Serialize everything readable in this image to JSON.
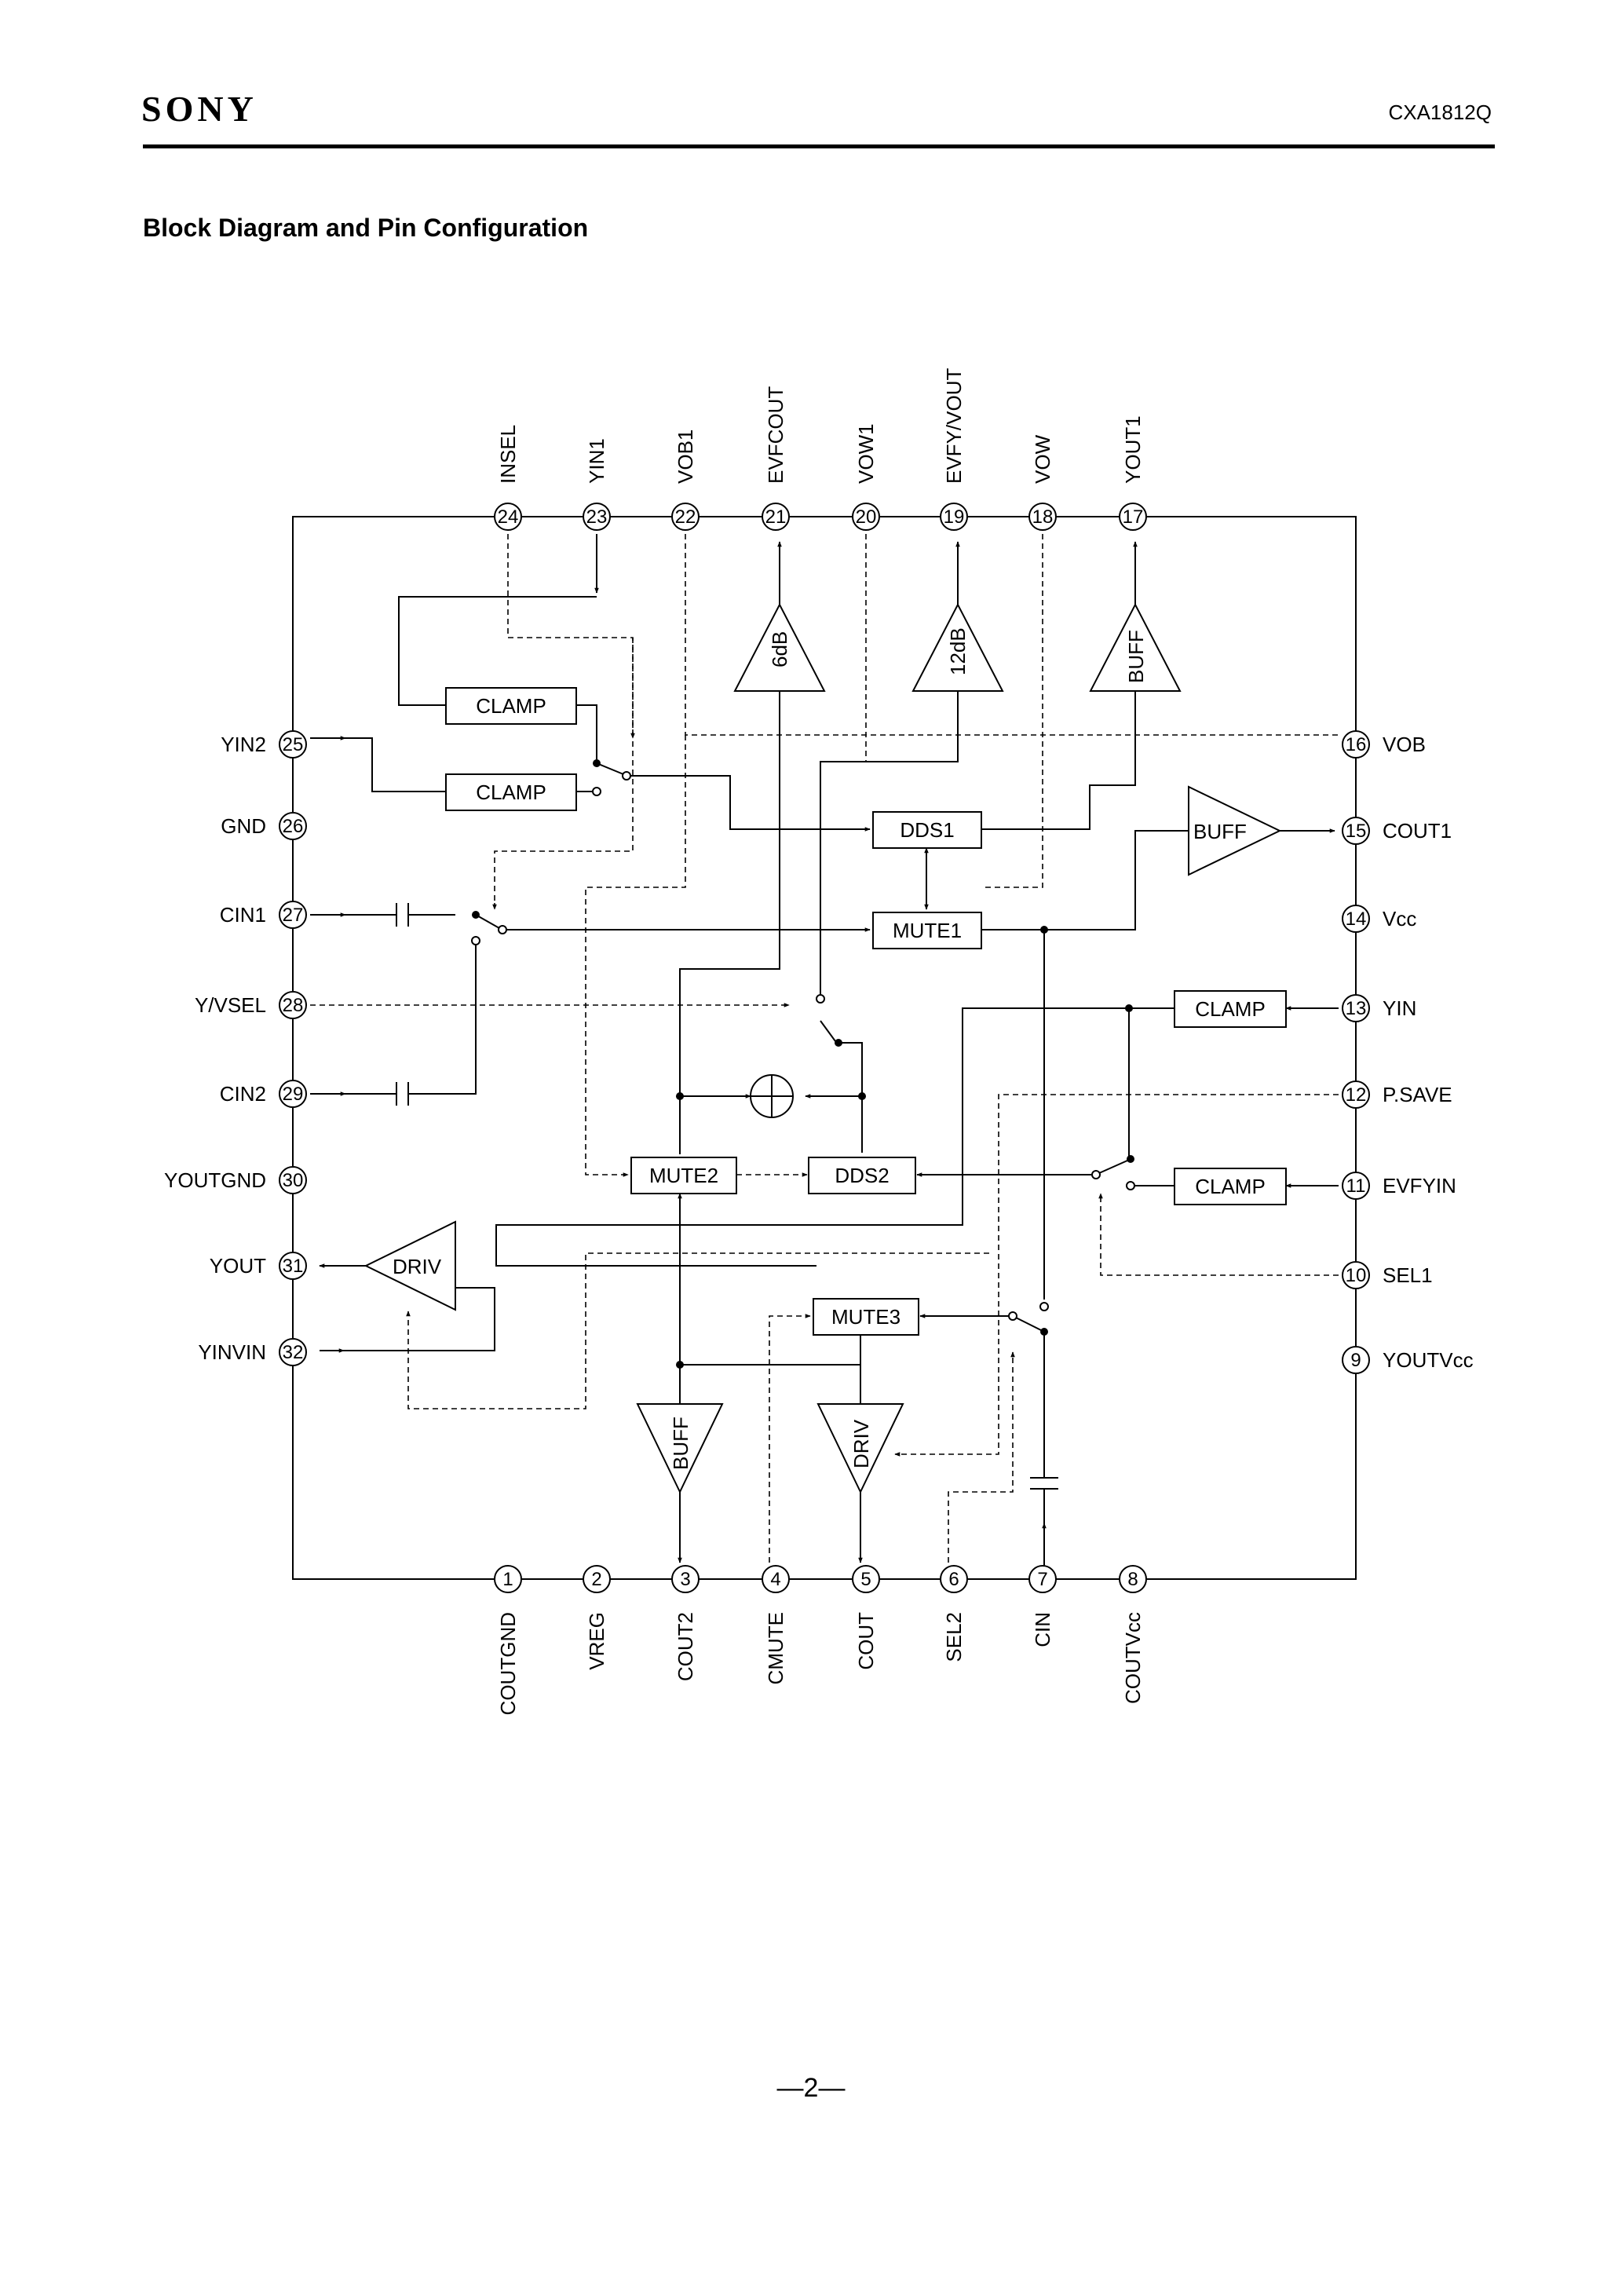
{
  "header": {
    "logo": "SONY",
    "part_number": "CXA1812Q"
  },
  "section_title": "Block Diagram and Pin Configuration",
  "page_number": "—2—",
  "pins": {
    "top": [
      {
        "num": "24",
        "name": "INSEL"
      },
      {
        "num": "23",
        "name": "YIN1"
      },
      {
        "num": "22",
        "name": "VOB1"
      },
      {
        "num": "21",
        "name": "EVFCOUT"
      },
      {
        "num": "20",
        "name": "VOW1"
      },
      {
        "num": "19",
        "name": "EVFY/VOUT"
      },
      {
        "num": "18",
        "name": "VOW"
      },
      {
        "num": "17",
        "name": "YOUT1"
      }
    ],
    "bottom": [
      {
        "num": "1",
        "name": "COUTGND"
      },
      {
        "num": "2",
        "name": "VREG"
      },
      {
        "num": "3",
        "name": "COUT2"
      },
      {
        "num": "4",
        "name": "CMUTE"
      },
      {
        "num": "5",
        "name": "COUT"
      },
      {
        "num": "6",
        "name": "SEL2"
      },
      {
        "num": "7",
        "name": "CIN"
      },
      {
        "num": "8",
        "name": "COUTVcc"
      }
    ],
    "left": [
      {
        "num": "25",
        "name": "YIN2"
      },
      {
        "num": "26",
        "name": "GND"
      },
      {
        "num": "27",
        "name": "CIN1"
      },
      {
        "num": "28",
        "name": "Y/VSEL"
      },
      {
        "num": "29",
        "name": "CIN2"
      },
      {
        "num": "30",
        "name": "YOUTGND"
      },
      {
        "num": "31",
        "name": "YOUT"
      },
      {
        "num": "32",
        "name": "YINVIN"
      }
    ],
    "right": [
      {
        "num": "16",
        "name": "VOB"
      },
      {
        "num": "15",
        "name": "COUT1"
      },
      {
        "num": "14",
        "name": "Vcc"
      },
      {
        "num": "13",
        "name": "YIN"
      },
      {
        "num": "12",
        "name": "P.SAVE"
      },
      {
        "num": "11",
        "name": "EVFYIN"
      },
      {
        "num": "10",
        "name": "SEL1"
      },
      {
        "num": "9",
        "name": "YOUTVcc"
      }
    ]
  },
  "blocks": {
    "clamp_upper": "CLAMP",
    "clamp_lower": "CLAMP",
    "clamp_yin": "CLAMP",
    "clamp_evfyin": "CLAMP",
    "dds1": "DDS1",
    "dds2": "DDS2",
    "mute1": "MUTE1",
    "mute2": "MUTE2",
    "mute3": "MUTE3",
    "amp_6db": "6dB",
    "amp_12db": "12dB",
    "buff_yout1": "BUFF",
    "buff_cout1": "BUFF",
    "buff_cout2": "BUFF",
    "driv_yout": "DRIV",
    "driv_cout": "DRIV"
  }
}
